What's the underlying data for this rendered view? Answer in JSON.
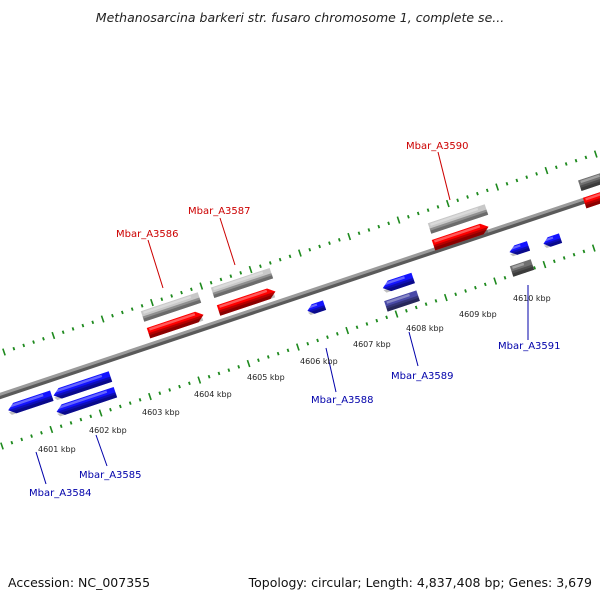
{
  "title": "Methanosarcina barkeri str. fusaro chromosome 1, complete se...",
  "footer": {
    "accession": "Accession: NC_007355",
    "summary": "Topology: circular; Length: 4,837,408 bp; Genes: 3,679"
  },
  "colors": {
    "backbone": "#8a8a8a",
    "ticks": "#1e8a1e",
    "forward_gene": "#ff0000",
    "forward_gene_ghost": "#c8c8c8",
    "reverse_gene": "#1414ff",
    "reverse_gene_alt": "#4a4aa8",
    "reverse_gene_gray": "#707070",
    "forward_label": "#cc0000",
    "reverse_label": "#0000aa"
  },
  "scale_labels": [
    {
      "text": "4601 kbp",
      "kbp": 4601
    },
    {
      "text": "4602 kbp",
      "kbp": 4602
    },
    {
      "text": "4603 kbp",
      "kbp": 4603
    },
    {
      "text": "4604 kbp",
      "kbp": 4604
    },
    {
      "text": "4605 kbp",
      "kbp": 4605
    },
    {
      "text": "4606 kbp",
      "kbp": 4606
    },
    {
      "text": "4607 kbp",
      "kbp": 4607
    },
    {
      "text": "4608 kbp",
      "kbp": 4608
    },
    {
      "text": "4609 kbp",
      "kbp": 4609
    },
    {
      "text": "4610 kbp",
      "kbp": 4610
    }
  ],
  "gene_labels": [
    {
      "name": "Mbar_A3586",
      "strand": "forward"
    },
    {
      "name": "Mbar_A3587",
      "strand": "forward"
    },
    {
      "name": "Mbar_A3590",
      "strand": "forward"
    },
    {
      "name": "Mbar_A3584",
      "strand": "reverse"
    },
    {
      "name": "Mbar_A3585",
      "strand": "reverse"
    },
    {
      "name": "Mbar_A3588",
      "strand": "reverse"
    },
    {
      "name": "Mbar_A3589",
      "strand": "reverse"
    },
    {
      "name": "Mbar_A3591",
      "strand": "reverse"
    }
  ]
}
